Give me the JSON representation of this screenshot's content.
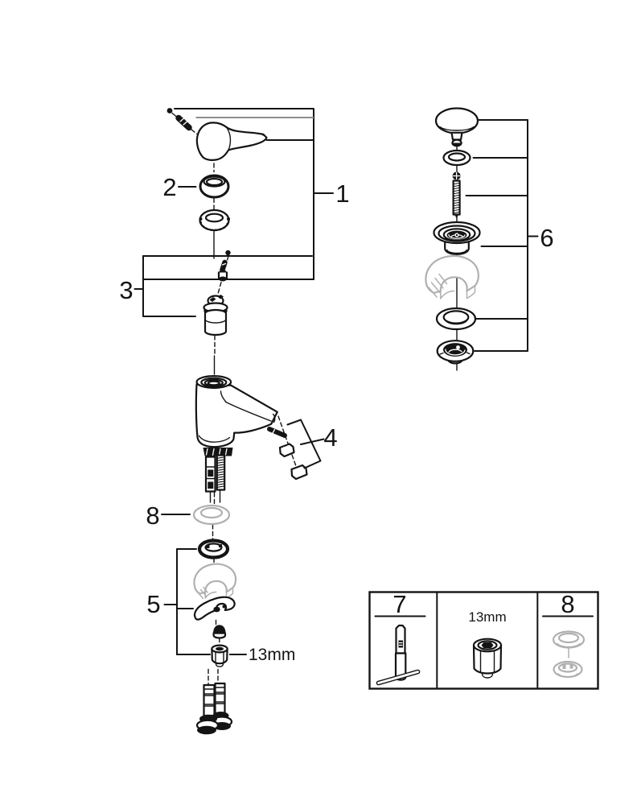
{
  "figure": {
    "kind": "exploded-parts-diagram",
    "background_color": "#ffffff",
    "line_color": "#141414",
    "muted_part_color": "#b0b0b0",
    "reference_line_color": "#8e8e8e",
    "callouts": {
      "part1": "1",
      "part2": "2",
      "part3": "3",
      "part4": "4",
      "part5": "5",
      "part6": "6",
      "part8": "8"
    },
    "annotations": {
      "hex_nut_size": "13mm"
    },
    "legend": {
      "cells": [
        {
          "label": "7",
          "icon": "mounting-socket-tool-icon"
        },
        {
          "label": "13mm",
          "icon": "hex-socket-nut-icon"
        },
        {
          "label": "8",
          "icon": "washer-and-bushing-set-icon"
        }
      ]
    }
  }
}
